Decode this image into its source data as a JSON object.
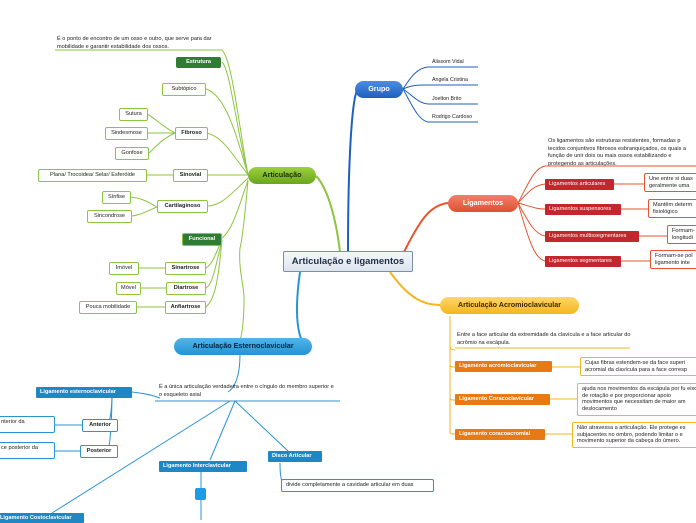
{
  "center": "Articulação e ligamentos",
  "articulacao": {
    "label": "Articulação",
    "definition": "É o ponto de encontro de um osso e outro, que serve para dar mobilidade e garantir estabilidade dos ossos.",
    "estrutura": "Estrutura",
    "subtopico": "Subtópico",
    "fibroso": "Fibroso",
    "fibroso_items": [
      "Sutura",
      "Sindesmose",
      "Gonfose"
    ],
    "sinovial": "Sinovial",
    "sinovial_item": "Plana/ Trocoidea/ Selar/ Esferóide",
    "cartilaginoso": "Cartilaginoso",
    "cartilaginoso_items": [
      "Sínfise",
      "Sincondrose"
    ],
    "funcional": "Funcional",
    "sinartrose": "Sinartrose",
    "sinartrose_item": "Imóvel",
    "diartrose": "Diartrose",
    "diartrose_item": "Móvel",
    "anfiartrose": "Anfiartrose",
    "anfiartrose_item": "Pouca mobilidade"
  },
  "grupo": {
    "label": "Grupo",
    "members": [
      "Alissom Vidal",
      "Angela Cristina",
      "Joelton Brito",
      "Rodrigo Cardoso"
    ]
  },
  "ligamentos": {
    "label": "Ligamentos",
    "definition": "Os ligamentos são estruturas resistentes, formadas p tecidos conjuntivos fibrosos esbranquiçados, os quais a função de unir dois ou mais ossos estabilizando e protegendo as articulações.",
    "items": [
      {
        "label": "Ligamentos articulares",
        "desc": "Une entre si duas geralmente uma"
      },
      {
        "label": "Ligamentos suspensores",
        "desc": "Mantêm determ fisiológico"
      },
      {
        "label": "Ligamentos multissegmentares",
        "desc": "Formam- longitudi"
      },
      {
        "label": "Ligamentos segmentares",
        "desc": "Formam-se pol ligamento inte"
      }
    ]
  },
  "acromio": {
    "label": "Articulação Acromioclavicular",
    "definition": "Entre a face articular da extremidade da clavícula e a face articular do acrômio na escápula.",
    "items": [
      {
        "label": "Ligamento acromioclavicular",
        "desc": "Cujas fibras estendem-se da face superi acromial da clavícula para a face corresp"
      },
      {
        "label": "Ligamento Coracoclavicular",
        "desc": "ajuda nos movimentos da escápula por fu eixo de rotação e por proporcionar apoio movimentos que necessitam de maior am deslocamento"
      },
      {
        "label": "Ligamento coracoacromial",
        "desc": "Não atravessa a articulação. Ele protege es subjacentes no ombro, podendo limitar o e movimento superior da cabeça do úmero."
      }
    ]
  },
  "esterno": {
    "label": "Articulação Esternoclavicular",
    "definition": "É a única articulação verdadeira entre o cíngulo do membro superior e o esqueleto axial",
    "lig_esterno": "Ligamento esternoclavicular",
    "anterior": "Anterior",
    "anterior_desc": "nterior da",
    "posterior": "Posterior",
    "posterior_desc": "ce posterior da",
    "lig_inter": "Ligamento Interclavicular",
    "disco": "Disco Articular",
    "disco_desc": "divide completamente a cavidade articular em duas",
    "lig_costo": "Ligamento Costoclavicular"
  }
}
